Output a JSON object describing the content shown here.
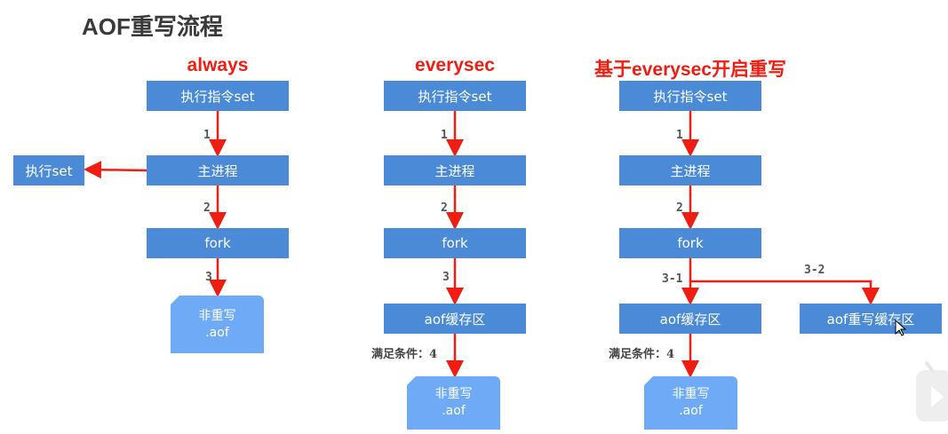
{
  "title": "AOF重写流程",
  "columns": [
    {
      "header": "always",
      "steps": [
        "执行指令set",
        "主进程",
        "fork"
      ],
      "side_box": "执行set",
      "labels": [
        "1",
        "2",
        "3"
      ],
      "file": {
        "line1": "非重写",
        "line2": ".aof"
      }
    },
    {
      "header": "everysec",
      "steps": [
        "执行指令set",
        "主进程",
        "fork",
        "aof缓存区"
      ],
      "labels": [
        "1",
        "2",
        "3"
      ],
      "condition": "满足条件：4",
      "file": {
        "line1": "非重写",
        "line2": ".aof"
      }
    },
    {
      "header": "基于everysec开启重写",
      "steps": [
        "执行指令set",
        "主进程",
        "fork",
        "aof缓存区"
      ],
      "rewrite_box": "aof重写缓存区",
      "labels": [
        "1",
        "2",
        "3-1",
        "3-2"
      ],
      "condition": "满足条件：4",
      "file": {
        "line1": "非重写",
        "line2": ".aof"
      }
    }
  ],
  "colors": {
    "box": "#4a8ad6",
    "file": "#6eaaf6",
    "arrow": "#f01e12",
    "header": "#f01e12"
  }
}
